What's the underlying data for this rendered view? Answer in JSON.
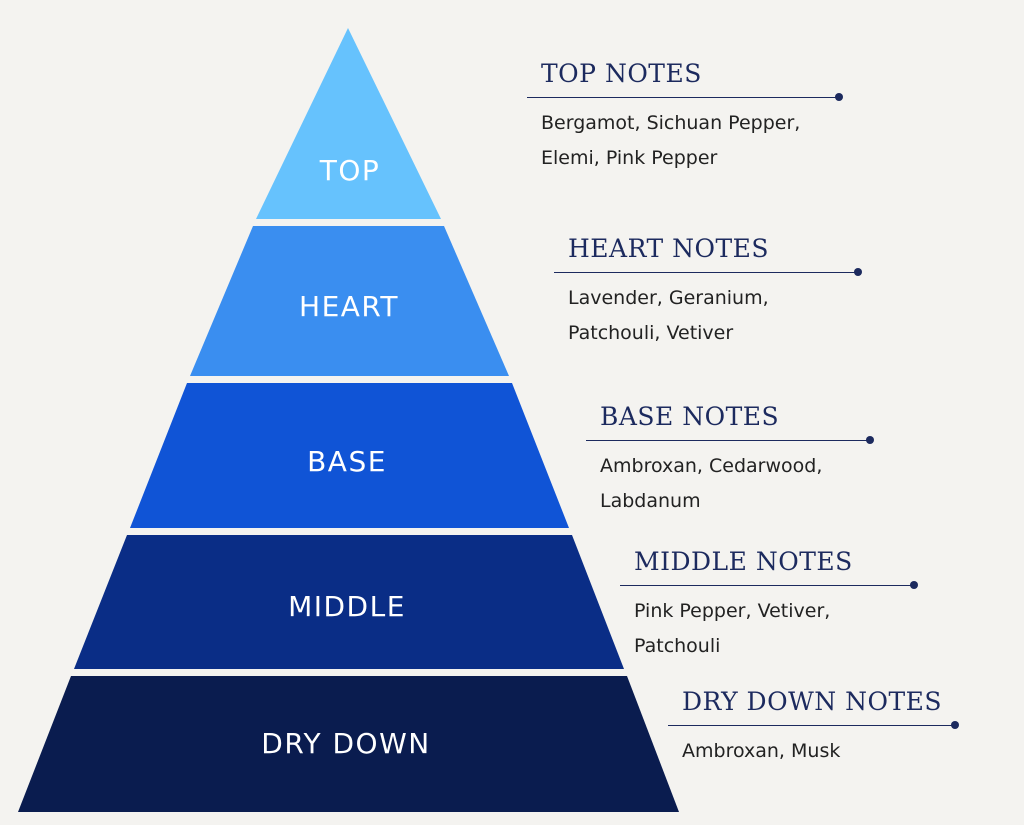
{
  "diagram": {
    "tiers": [
      {
        "label": "TOP",
        "color": "#66c2fd"
      },
      {
        "label": "HEART",
        "color": "#3a8ef0"
      },
      {
        "label": "BASE",
        "color": "#1054d6"
      },
      {
        "label": "MIDDLE",
        "color": "#0a2d86"
      },
      {
        "label": "DRY DOWN",
        "color": "#0a1c4f"
      }
    ],
    "notes": [
      {
        "title": "TOP NOTES",
        "lines": [
          "Bergamot, Sichuan Pepper,",
          "Elemi, Pink Pepper"
        ]
      },
      {
        "title": "HEART NOTES",
        "lines": [
          "Lavender, Geranium,",
          "Patchouli, Vetiver"
        ]
      },
      {
        "title": "BASE NOTES",
        "lines": [
          "Ambroxan, Cedarwood,",
          "Labdanum"
        ]
      },
      {
        "title": "MIDDLE NOTES",
        "lines": [
          "Pink Pepper, Vetiver,",
          "Patchouli"
        ]
      },
      {
        "title": "DRY DOWN NOTES",
        "lines": [
          "Ambroxan, Musk"
        ]
      }
    ],
    "accent_color": "#1c2a5e",
    "background": "#f4f3f0"
  }
}
